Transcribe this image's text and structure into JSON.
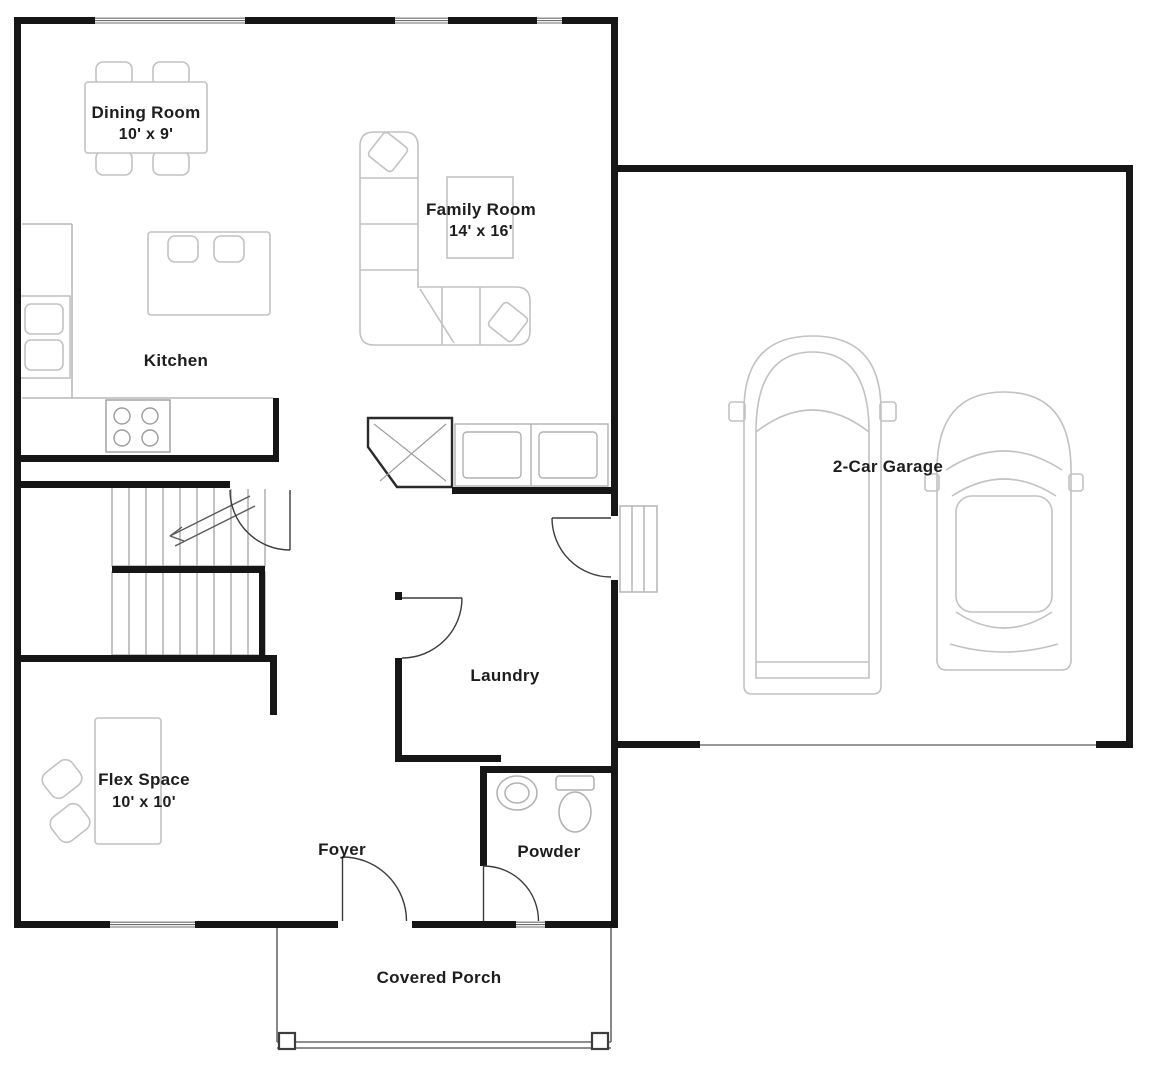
{
  "rooms": {
    "dining": {
      "name": "Dining Room",
      "dims": "10' x 9'"
    },
    "family": {
      "name": "Family Room",
      "dims": "14' x 16'"
    },
    "kitchen": {
      "name": "Kitchen"
    },
    "garage": {
      "name": "2-Car Garage"
    },
    "laundry": {
      "name": "Laundry"
    },
    "flex": {
      "name": "Flex Space",
      "dims": "10' x 10'"
    },
    "foyer": {
      "name": "Foyer"
    },
    "powder": {
      "name": "Powder"
    },
    "porch": {
      "name": "Covered Porch"
    }
  },
  "colors": {
    "background": "#ffffff",
    "wall": "#161616",
    "furniture": "#c2c2c2",
    "door": "#3c3c3c",
    "text": "#1d1d1d"
  }
}
